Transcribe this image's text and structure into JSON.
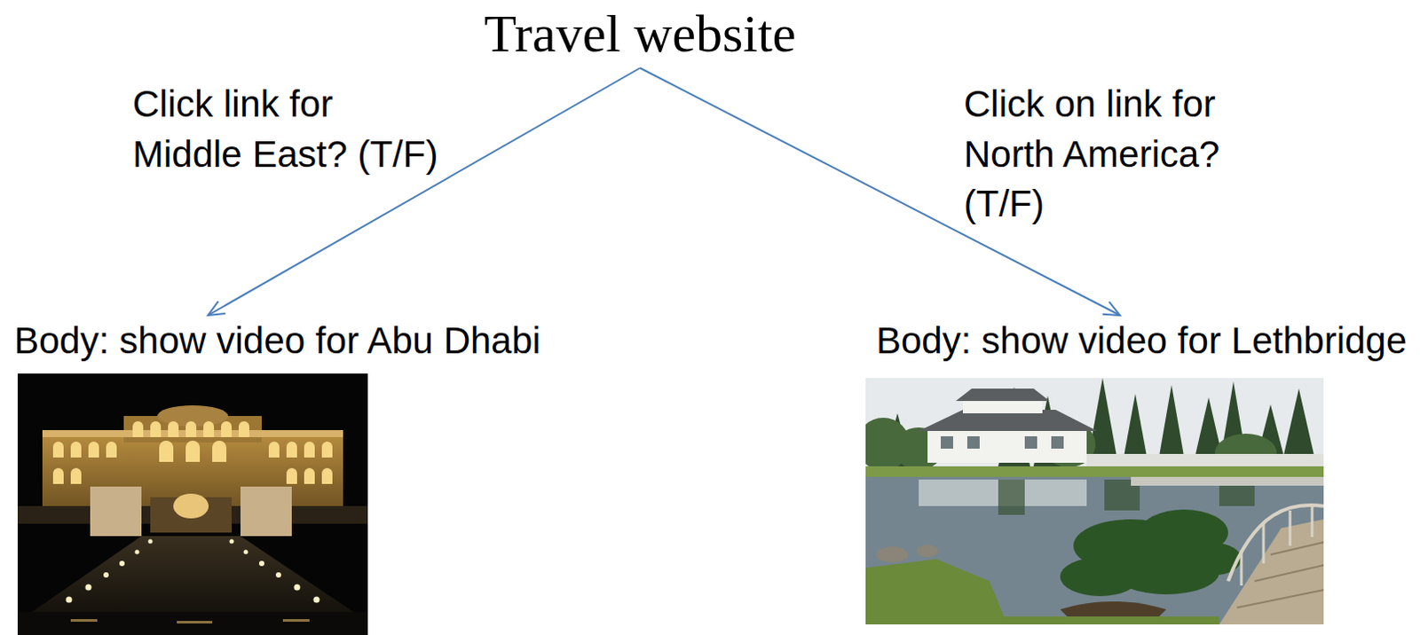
{
  "diagram": {
    "nodes": [
      {
        "text": [
          "Travel website"
        ]
      },
      {
        "text": [
          "Body: show video for Abu Dhabi"
        ]
      },
      {
        "text": [
          "Body: show video for Lethbridge"
        ]
      }
    ],
    "edges": [
      {
        "from": 0,
        "to": 1,
        "arrow": "to",
        "label": "Click link for Middle East? (T/F)"
      },
      {
        "from": 0,
        "to": 2,
        "arrow": "to",
        "label": "Click on link for North America? (T/F)"
      }
    ]
  }
}
